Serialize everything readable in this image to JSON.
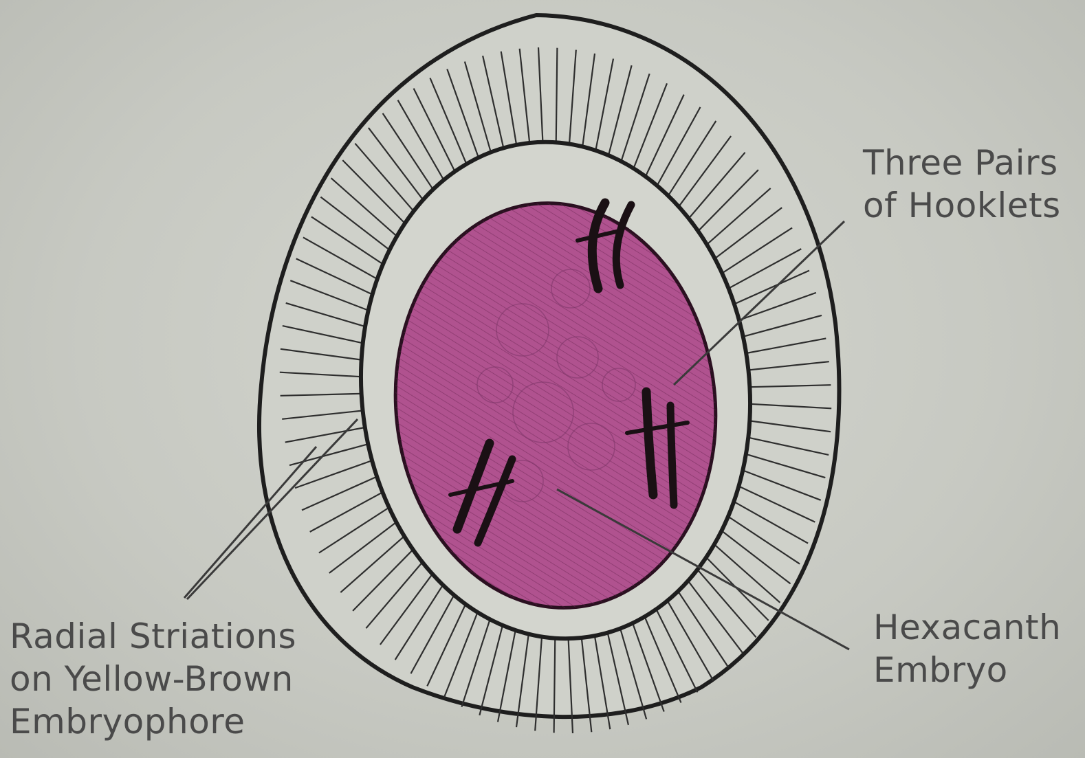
{
  "labels": {
    "hooklets": {
      "line1": "Three Pairs",
      "line2": "of Hooklets"
    },
    "striations": {
      "line1": "Radial Striations",
      "line2": "on Yellow-Brown",
      "line3": "Embryophore"
    },
    "embryo": {
      "line1": "Hexacanth",
      "line2": "Embryo"
    }
  },
  "colors": {
    "background": "#c9cbc4",
    "outline": "#1e1e1e",
    "striation": "#2e2e2e",
    "embryo_fill": "#b0528f",
    "hooklet": "#1a1014",
    "text": "#4a4a4a"
  }
}
